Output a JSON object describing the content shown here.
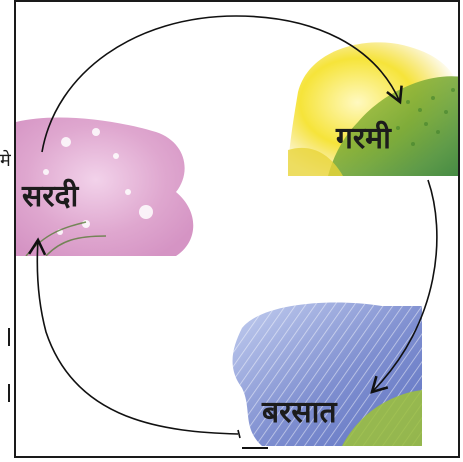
{
  "diagram": {
    "type": "cycle",
    "seasons": [
      {
        "id": "summer",
        "label": "गरमी",
        "color": "#f2dc2a"
      },
      {
        "id": "monsoon",
        "label": "बरसात",
        "color": "#7f8fd0"
      },
      {
        "id": "winter",
        "label": "सरदी",
        "color": "#e3b7d6"
      }
    ],
    "flow": [
      "गरमी",
      "बरसात",
      "सरदी",
      "गरमी"
    ],
    "arrow_color": "#111111"
  },
  "margin": {
    "fragment_text": "मे"
  }
}
